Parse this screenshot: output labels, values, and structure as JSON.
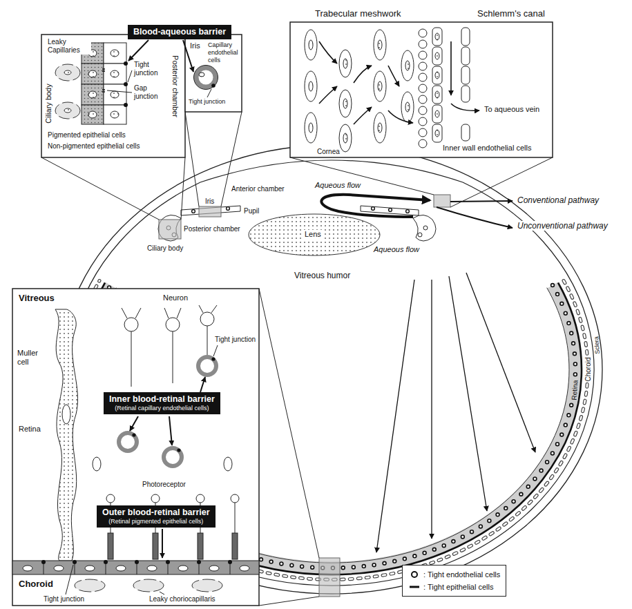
{
  "diagram": {
    "nodes": [
      {
        "text": [
          "Blood-aqueous barrier"
        ]
      },
      {
        "text": [
          "Inner blood-retinal barrier",
          "(Retinal capillary endothelial cells)"
        ]
      },
      {
        "text": [
          "Outer blood-retinal barrier",
          "(Retinal pigmented epithelial cells)"
        ]
      }
    ],
    "labels": [
      "Leaky Capillaries",
      "Ciliary body",
      "Posterior chamber",
      "Tight junction",
      "Gap junction",
      "Pigmented epithelial cells",
      "Non-pigmented epithelial cells",
      "Iris",
      "Capillary endothelial cells",
      "Tight junction",
      "Trabecular meshwork",
      "Schlemm's canal",
      "To aqueous vein",
      "Inner wall endothelial cells",
      "Cornea",
      "Aqueous flow",
      "Anterior chamber",
      "Iris",
      "Pupil",
      "Posterior chamber",
      "Ciliary body",
      "Lens",
      "Aqueous flow",
      "Conventional pathway",
      "Unconventional pathway",
      "Vitreous humor",
      "Retina",
      "Choroid",
      "Sclera",
      "Vitreous",
      "Muller cell",
      "Neuron",
      "Tight junction",
      "Retina",
      "Photoreceptor",
      "Choroid",
      "Tight junction",
      "Leaky choriocapillaris"
    ],
    "legend": [
      {
        "text": ": Tight endothelial cells"
      },
      {
        "text": ": Tight epithelial cells"
      }
    ]
  }
}
